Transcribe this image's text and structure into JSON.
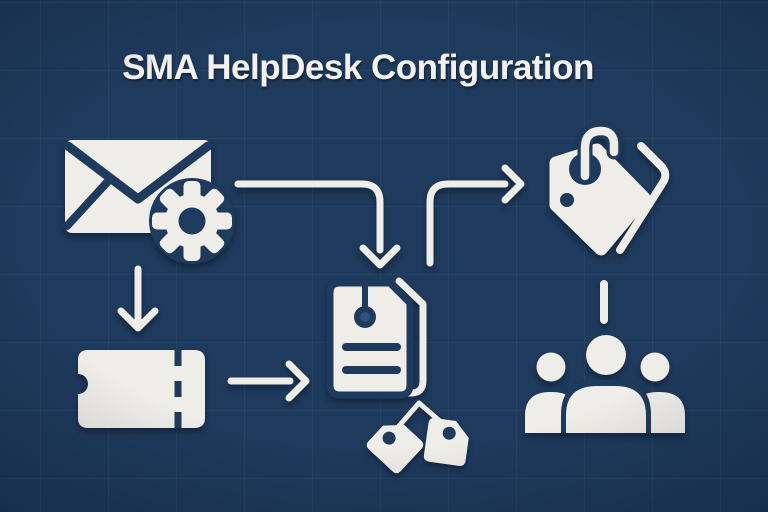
{
  "title": "SMA HelpDesk Configuration",
  "colors": {
    "background": "#1e3a5c",
    "accent_navy": "#1e3a5c",
    "icon": "#efede8",
    "title_text": "#f2f1ed",
    "hole_inner": "#2e517d"
  },
  "diagram": {
    "nodes": [
      {
        "id": "email",
        "icon": "envelope-gear-icon"
      },
      {
        "id": "ticket",
        "icon": "ticket-icon"
      },
      {
        "id": "ticket-record",
        "icon": "document-tags-icon"
      },
      {
        "id": "tag",
        "icon": "tag-icon"
      },
      {
        "id": "users",
        "icon": "user-group-icon"
      }
    ],
    "edges": [
      {
        "from": "email",
        "to": "ticket",
        "style": "arrow-down"
      },
      {
        "from": "email",
        "to": "ticket-record",
        "style": "elbow-arrow-right-then-down"
      },
      {
        "from": "ticket",
        "to": "ticket-record",
        "style": "arrow-right"
      },
      {
        "from": "ticket-record",
        "to": "tag",
        "style": "elbow-arrow-up-then-right"
      },
      {
        "from": "tag",
        "to": "users",
        "style": "dash-link"
      }
    ]
  }
}
